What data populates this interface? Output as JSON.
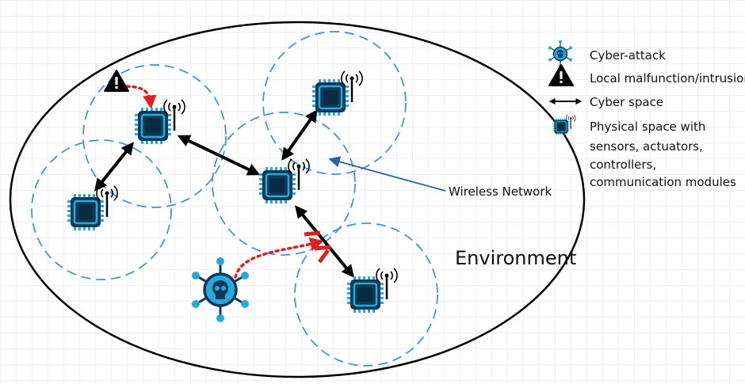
{
  "diagram": {
    "environment_label": "Environment",
    "wireless_label": "Wireless Network"
  },
  "legend": {
    "cyber_attack": "Cyber-attack",
    "malfunction": "Local malfunction/intrusion",
    "cyber_space": "Cyber space",
    "physical_lines": [
      "Physical space with",
      "sensors, actuators,",
      "controllers,",
      "communication modules"
    ]
  },
  "colors": {
    "grid": "#e3e3e3",
    "zone": "#4a90d9",
    "chip_body": "#0c3a55",
    "chip_pin": "#29a8dd",
    "attack_line": "#e02020",
    "wireless_pointer": "#2e5fa8"
  },
  "icons": {
    "chip": "microchip-antenna-icon",
    "attack": "virus-skull-icon",
    "warning": "warning-triangle-icon"
  }
}
